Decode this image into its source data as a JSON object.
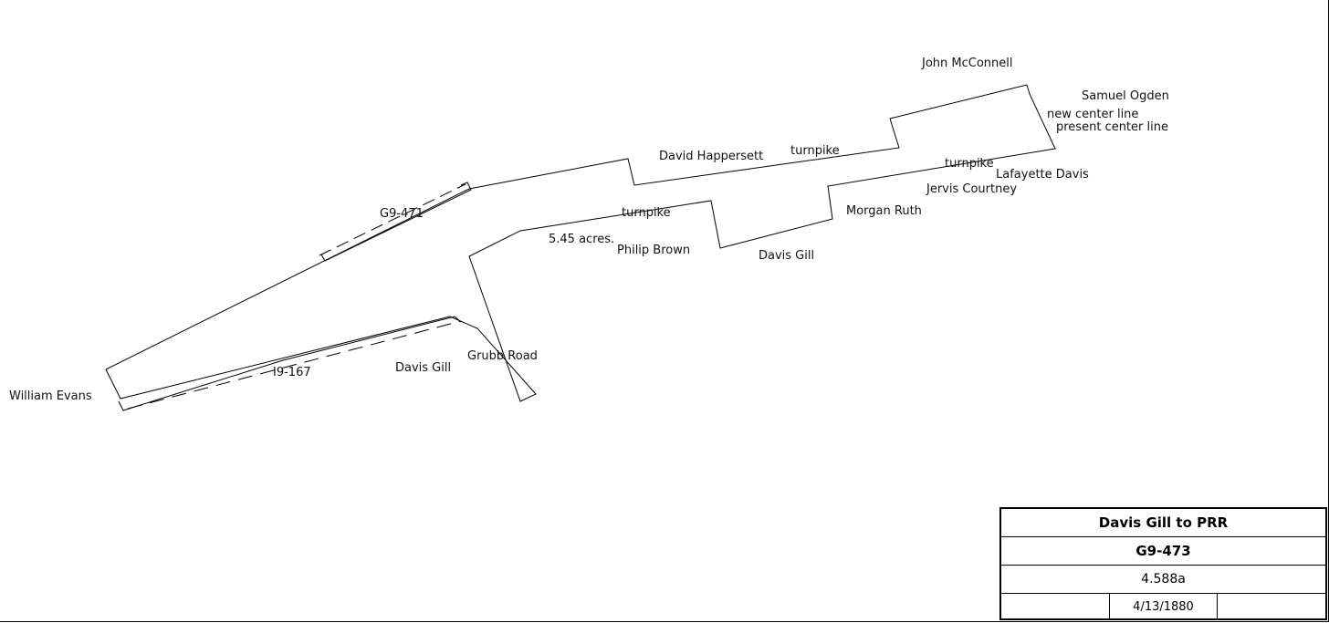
{
  "labels": {
    "john_mcconnell": "John McConnell",
    "samuel_ogden": "Samuel Ogden",
    "new_center_line": "new center line",
    "present_center_line": "present center line",
    "david_happersett": "David Happersett",
    "turnpike_top": "turnpike",
    "turnpike_right": "turnpike",
    "lafayette_davis": "Lafayette Davis",
    "jervis_courtney": "Jervis Courtney",
    "g9_471": "G9-471",
    "turnpike_mid": "turnpike",
    "morgan_ruth": "Morgan Ruth",
    "acres": "5.45 acres.",
    "philip_brown": "Philip Brown",
    "davis_gill_right": "Davis Gill",
    "grubb_road": "Grubb Road",
    "i9_167": "I9-167",
    "davis_gill_left": "Davis Gill",
    "william_evans": "William Evans"
  },
  "title_block": {
    "title": "Davis Gill to PRR",
    "deed_id": "G9-473",
    "area": "4.588a",
    "date_left": "",
    "date": "4/13/1880",
    "date_right": ""
  }
}
